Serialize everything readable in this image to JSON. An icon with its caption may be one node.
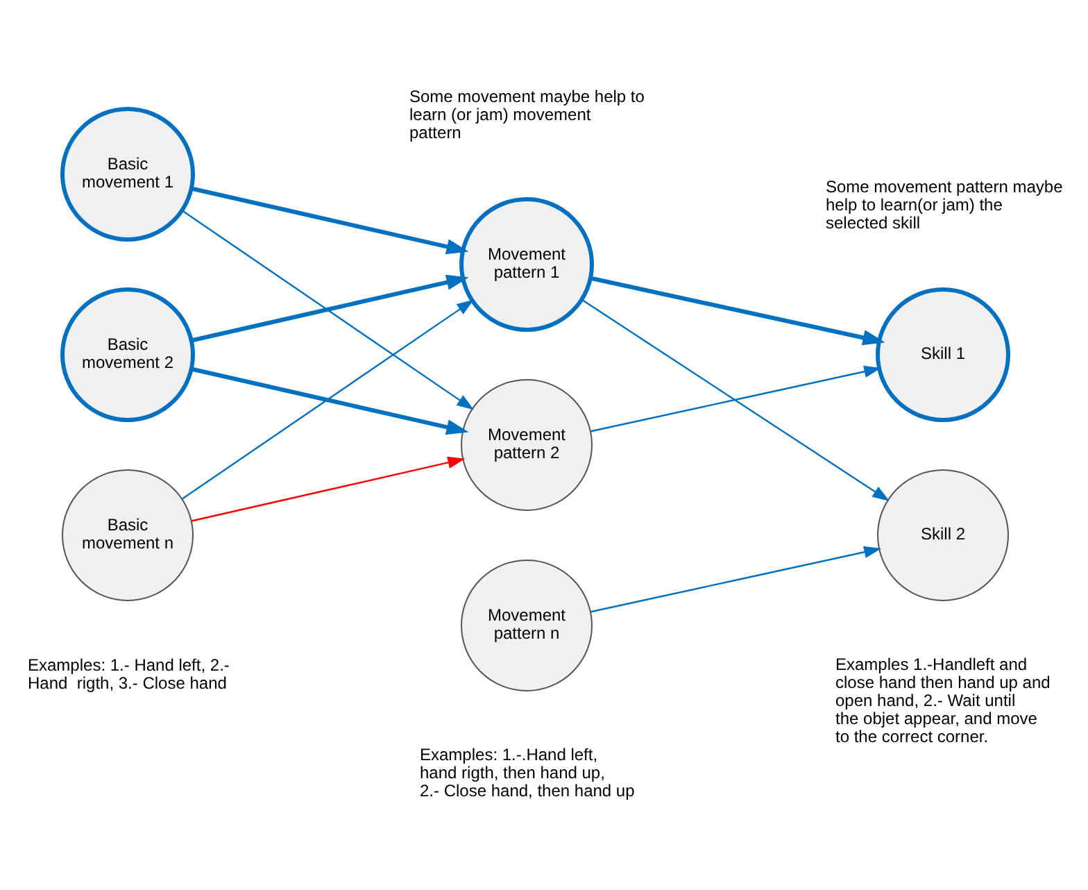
{
  "diagram": {
    "nodes": [
      {
        "text": [
          "Basic movement 1"
        ]
      },
      {
        "text": [
          "Basic movement 2"
        ]
      },
      {
        "text": [
          "Basic movement n"
        ]
      },
      {
        "text": [
          "Movement pattern 1"
        ]
      },
      {
        "text": [
          "Movement pattern 2"
        ]
      },
      {
        "text": [
          "Movement pattern n"
        ]
      },
      {
        "text": [
          "Skill 1"
        ]
      },
      {
        "text": [
          "Skill 2"
        ]
      }
    ],
    "edges": [
      {
        "from": 0,
        "to": 3,
        "arrow": "to",
        "style": "thick"
      },
      {
        "from": 0,
        "to": 4,
        "arrow": "to"
      },
      {
        "from": 1,
        "to": 3,
        "arrow": "to",
        "style": "thick"
      },
      {
        "from": 1,
        "to": 4,
        "arrow": "to",
        "style": "thick"
      },
      {
        "from": 2,
        "to": 3,
        "arrow": "to"
      },
      {
        "from": 2,
        "to": 4,
        "arrow": "to",
        "color": "#ff0000"
      },
      {
        "from": 3,
        "to": 6,
        "arrow": "to",
        "style": "thick"
      },
      {
        "from": 3,
        "to": 7,
        "arrow": "to"
      },
      {
        "from": 4,
        "to": 6,
        "arrow": "to"
      },
      {
        "from": 5,
        "to": 7,
        "arrow": "to"
      }
    ],
    "labels": [
      "Some movement maybe help to learn (or jam) movement pattern",
      "Some movement pattern maybe help to learn(or jam) the selected skill",
      "Examples: 1.- Hand left, 2.- Hand  rigth, 3.- Close hand",
      "Examples: 1.-.Hand left, hand rigth, then hand up, 2.- Close hand, then hand up",
      "Examples 1.-Handleft and close hand then hand up and open hand, 2.- Wait until the objet appear, and move to the correct corner."
    ]
  }
}
